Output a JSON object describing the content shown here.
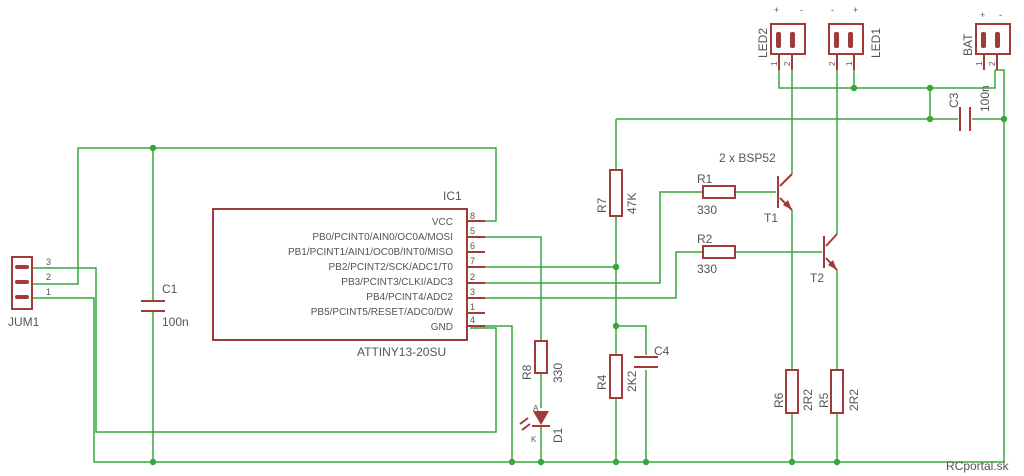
{
  "ic": {
    "name": "IC1",
    "value": "ATTINY13-20SU",
    "pins": [
      {
        "func": "VCC",
        "num": "8"
      },
      {
        "func": "PB0/PCINT0/AIN0/OC0A/MOSI",
        "num": "5"
      },
      {
        "func": "PB1/PCINT1/AIN1/OC0B/INT0/MISO",
        "num": "6"
      },
      {
        "func": "PB2/PCINT2/SCK/ADC1/T0",
        "num": "7"
      },
      {
        "func": "PB3/PCINT3/CLKI/ADC3",
        "num": "2"
      },
      {
        "func": "PB4/PCINT4/ADC2",
        "num": "3"
      },
      {
        "func": "PB5/PCINT5/RESET/ADC0/DW",
        "num": "1"
      },
      {
        "func": "GND",
        "num": "4"
      }
    ]
  },
  "jum1": {
    "name": "JUM1",
    "pins": [
      "3",
      "2",
      "1"
    ]
  },
  "c1": {
    "name": "C1",
    "value": "100n"
  },
  "c3": {
    "name": "C3",
    "value": "100n"
  },
  "c4": {
    "name": "C4"
  },
  "r1": {
    "name": "R1",
    "value": "330"
  },
  "r2": {
    "name": "R2",
    "value": "330"
  },
  "r4": {
    "name": "R4",
    "value": "2K2"
  },
  "r5": {
    "name": "R5",
    "value": "2R2"
  },
  "r6": {
    "name": "R6",
    "value": "2R2"
  },
  "r7": {
    "name": "R7",
    "value": "47K"
  },
  "r8": {
    "name": "R8",
    "value": "330"
  },
  "d1": {
    "name": "D1",
    "anode": "A",
    "cathode": "K"
  },
  "t1": {
    "name": "T1"
  },
  "t2": {
    "name": "T2"
  },
  "transistors_note": "2 x BSP52",
  "led2": {
    "name": "LED2",
    "plus": "+",
    "minus": "-",
    "pin1": "1",
    "pin2": "2"
  },
  "led1": {
    "name": "LED1",
    "plus": "+",
    "minus": "-",
    "pin1": "1",
    "pin2": "2"
  },
  "bat": {
    "name": "BAT",
    "plus": "+",
    "minus": "-",
    "pin1": "1",
    "pin2": "2"
  },
  "footer": {
    "credit": "RCportal.sk"
  }
}
